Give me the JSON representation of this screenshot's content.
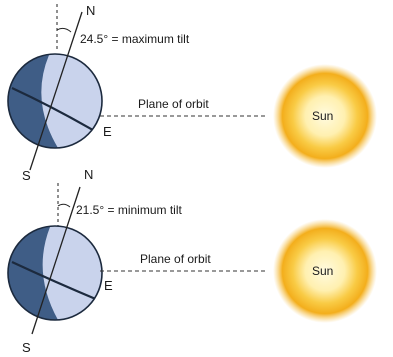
{
  "panels": [
    {
      "north_label": "N",
      "south_label": "S",
      "equator_label": "E",
      "tilt_label": "24.5° = maximum tilt",
      "orbit_label": "Plane of orbit",
      "sun_label": "Sun"
    },
    {
      "north_label": "N",
      "south_label": "S",
      "equator_label": "E",
      "tilt_label": "21.5° = minimum tilt",
      "orbit_label": "Plane of orbit",
      "sun_label": "Sun"
    }
  ],
  "colors": {
    "earth_dark": "#3f5d86",
    "earth_light": "#c9d3ec",
    "sun_core": "#fff4c4",
    "sun_mid": "#f8c437",
    "sun_edge": "#f1a310"
  }
}
